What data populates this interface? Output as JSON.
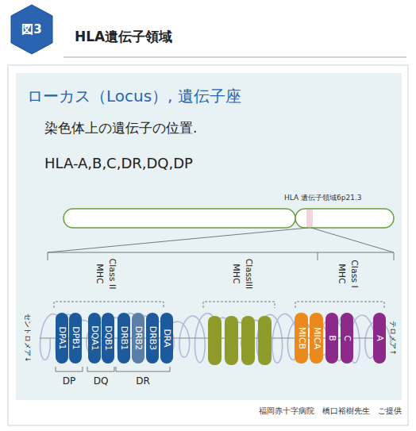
{
  "diagram": {
    "title": "HLA遺伝子領域",
    "caption": "福岡赤十字病院　橋口裕樹先生　ご提供",
    "nodes": [
      {
        "text": [
          "DPA1"
        ]
      },
      {
        "text": [
          "DPB1"
        ]
      },
      {
        "text": [
          "DQA1"
        ]
      },
      {
        "text": [
          "DQB1"
        ]
      },
      {
        "text": [
          "DRB1"
        ]
      },
      {
        "text": [
          "DRB2"
        ]
      },
      {
        "text": [
          "DRB3"
        ]
      },
      {
        "text": [
          "DRA"
        ]
      },
      {
        "text": [
          "MICB"
        ]
      },
      {
        "text": [
          "MICA"
        ]
      },
      {
        "text": [
          "B"
        ]
      },
      {
        "text": [
          "C"
        ]
      },
      {
        "text": [
          "A"
        ]
      }
    ],
    "edges": [],
    "labels": [
      "図3",
      "ローカス（Locus）, 遺伝子座",
      "染色体上の遺伝子の位置.",
      "HLA-A,B,C,DR,DQ,DP",
      "HLA 遺伝子領域6p21.3",
      "Class II",
      "MHC",
      "ClassIII",
      "MHC",
      "Class I",
      "MHC",
      "セントロメア↓",
      "テロメア↑",
      "DP",
      "DQ",
      "DR"
    ]
  }
}
